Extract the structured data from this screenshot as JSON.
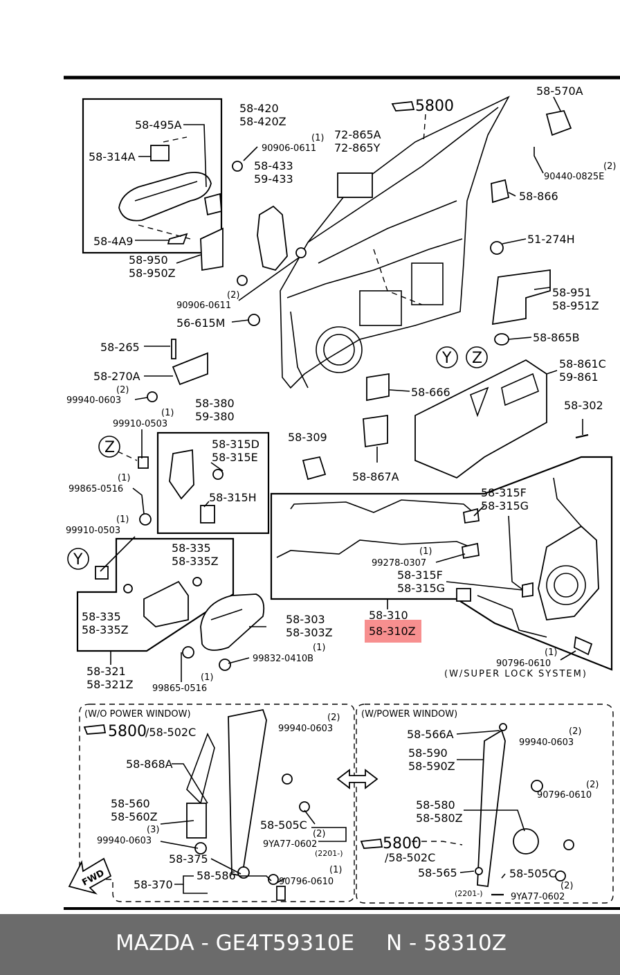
{
  "labels": {
    "l_5800_top": "5800",
    "l_58570A": "58-570A",
    "l_58420": "58-420",
    "l_58420Z": "58-420Z",
    "l_58495A": "58-495A",
    "l_58314A": "58-314A",
    "l_584A9": "58-4A9",
    "l_58950": "58-950",
    "l_58950Z": "58-950Z",
    "l_q1_a": "(1)",
    "l_90906_0611_a": "90906-0611",
    "l_58433": "58-433",
    "l_59433": "59-433",
    "l_72865A": "72-865A",
    "l_72865Y": "72-865Y",
    "l_90440": "90440-0825E",
    "l_q2_a": "(2)",
    "l_58866": "58-866",
    "l_51274H": "51-274H",
    "l_58951": "58-951",
    "l_58951Z": "58-951Z",
    "l_q2_b": "(2)",
    "l_90906_0611_b": "90906-0611",
    "l_56615M": "56-615M",
    "l_58865B": "58-865B",
    "l_58265": "58-265",
    "l_58270A": "58-270A",
    "l_q2_c": "(2)",
    "l_99940_a": "99940-0603",
    "l_Y1": "Y",
    "l_Z1": "Z",
    "l_58861C": "58-861C",
    "l_59861": "59-861",
    "l_58666": "58-666",
    "l_58380": "58-380",
    "l_59380": "59-380",
    "l_q1_b": "(1)",
    "l_99910_a": "99910-0503",
    "l_Z2": "Z",
    "l_58315D": "58-315D",
    "l_58315E": "58-315E",
    "l_58309": "58-309",
    "l_58867A": "58-867A",
    "l_58302": "58-302",
    "l_q1_c": "(1)",
    "l_99865_a": "99865-0516",
    "l_58315H": "58-315H",
    "l_58315F_a": "58-315F",
    "l_58315G_a": "58-315G",
    "l_q1_d": "(1)",
    "l_99910_b": "99910-0503",
    "l_58335_a": "58-335",
    "l_58335Z_a": "58-335Z",
    "l_q1_e": "(1)",
    "l_99278": "99278-0307",
    "l_Y2": "Y",
    "l_58315F_b": "58-315F",
    "l_58315G_b": "58-315G",
    "l_58335_b": "58-335",
    "l_58335Z_b": "58-335Z",
    "l_58303": "58-303",
    "l_58303Z": "58-303Z",
    "l_58310": "58-310",
    "l_58310Z": "58-310Z",
    "l_q1_f": "(1)",
    "l_99832": "99832-0410B",
    "l_58321": "58-321",
    "l_58321Z": "58-321Z",
    "l_q1_g": "(1)",
    "l_99865_b": "99865-0516",
    "l_90796_a": "90796-0610",
    "l_q1_h": "(1)",
    "l_superlock": "(W/SUPER LOCK SYSTEM)",
    "l_wo_power": "(W/O POWER WINDOW)",
    "l_w_power": "(W/POWER WINDOW)",
    "l_5800_b1": "5800",
    "l_58502C_a": "/58-502C",
    "l_q2_d": "(2)",
    "l_99940_b": "99940-0603",
    "l_58868A": "58-868A",
    "l_58560": "58-560",
    "l_58560Z": "58-560Z",
    "l_q3": "(3)",
    "l_99940_c": "99940-0603",
    "l_58505C_a": "58-505C",
    "l_q2_e": "(2)",
    "l_9YA77_a": "9YA77-0602",
    "l_2201_a": "(2201-)",
    "l_58375": "58-375",
    "l_q1_i": "(1)",
    "l_90796_b": "90796-0610",
    "l_58370": "58-370",
    "l_58586": "58-586",
    "l_fwd": "FWD",
    "l_58566A": "58-566A",
    "l_q2_f": "(2)",
    "l_99940_d": "99940-0603",
    "l_58590": "58-590",
    "l_58590Z": "58-590Z",
    "l_58580": "58-580",
    "l_58580Z": "58-580Z",
    "l_q2_g": "(2)",
    "l_90796_c": "90796-0610",
    "l_5800_b2": "5800",
    "l_58502C_b": "/58-502C",
    "l_58565": "58-565",
    "l_58505C_b": "58-505C",
    "l_2201_b": "(2201-)",
    "l_q2_h": "(2)",
    "l_9YA77_b": "9YA77-0602"
  },
  "highlight": {
    "part": "58-310Z",
    "color": "#f78f8f"
  },
  "footer": {
    "brand_part": "MAZDA - GE4T59310E",
    "ref": "N - 58310Z"
  }
}
